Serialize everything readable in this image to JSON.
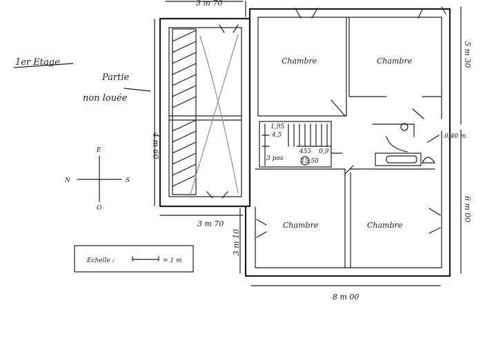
{
  "floor_label": "1er Etage",
  "note": {
    "line1": "Partie",
    "line2": "non louée"
  },
  "rooms": {
    "top_left": "Chambre",
    "top_right": "Chambre",
    "bottom_left": "Chambre",
    "bottom_right": "Chambre"
  },
  "dimensions": {
    "top_width": "3 m 70",
    "left_height": "4 m 60",
    "bottom_left_width": "3 m 70",
    "bottom_left_height": "3 m 10",
    "right_top_height": "5 m 30",
    "right_bottom_height": "6 m 00",
    "gap": "0,40 m",
    "bottom_width": "8 m 00"
  },
  "stair_annotations": {
    "a": "1,95",
    "b": "4,5",
    "c": "3 pos",
    "d": "455",
    "e": "0,9",
    "f": "15,50"
  },
  "compass": {
    "north": "N",
    "south": "S",
    "east": "E",
    "west": "O"
  },
  "scale": {
    "label": "Echelle :",
    "value": "= 1 m"
  },
  "colors": {
    "ink": "#1c1c1c",
    "pencil": "#9a9a9a"
  }
}
